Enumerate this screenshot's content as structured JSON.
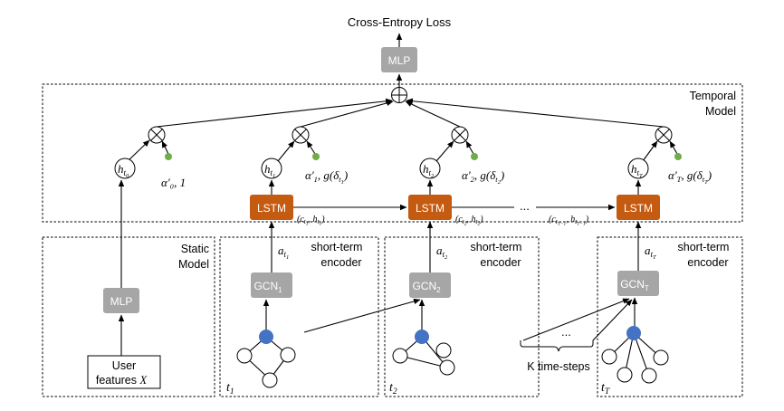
{
  "title": "Cross-Entropy Loss",
  "top_mlp": "MLP",
  "temporal_model": [
    "Temporal",
    "Model"
  ],
  "static_model": [
    "Static",
    "Model"
  ],
  "static_mlp": "MLP",
  "user_features": [
    "User",
    "features"
  ],
  "user_features_var": "X",
  "lstm": "LSTM",
  "gcn": "GCN",
  "gcn_subscripts": [
    "1",
    "2",
    "T"
  ],
  "short_term": [
    "short-term",
    "encoder"
  ],
  "ellipsis": "...",
  "k_timesteps": "K time-steps",
  "h0_weight": "α′₀, 1",
  "colors": {
    "box_gray": "#a6a6a6",
    "lstm_orange": "#c55a11",
    "node_blue": "#4472c4",
    "weight_green": "#70ad47"
  }
}
